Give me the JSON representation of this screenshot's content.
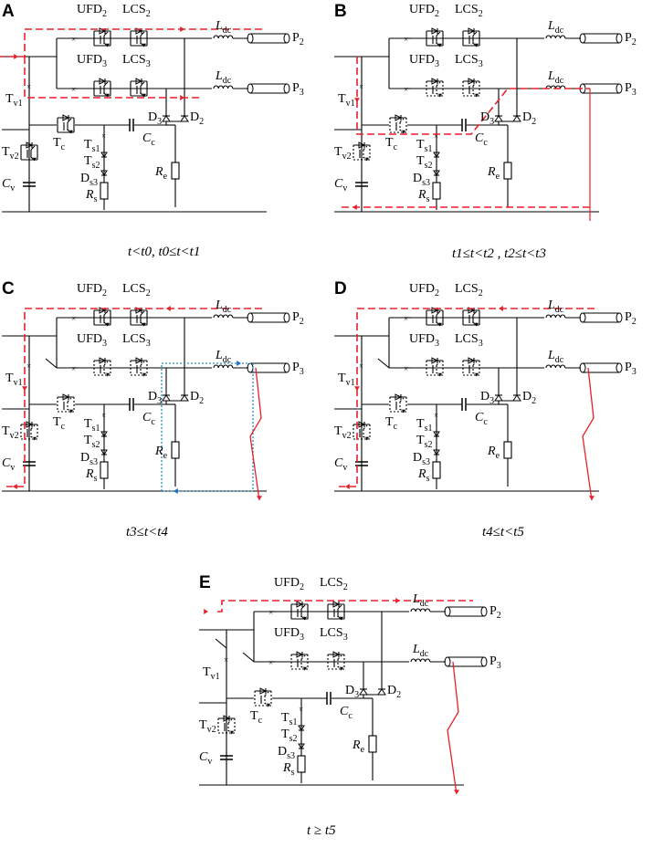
{
  "panels": [
    {
      "letter": "A",
      "caption": "t<t0, t0≤t<t1"
    },
    {
      "letter": "B",
      "caption": "t1≤t<t2 , t2≤t<t3"
    },
    {
      "letter": "C",
      "caption": "t3≤t<t4"
    },
    {
      "letter": "D",
      "caption": "t4≤t<t5"
    },
    {
      "letter": "E",
      "caption": "t ≥ t5"
    }
  ],
  "labels": {
    "ufd2": "UFD2",
    "lcs2": "LCS2",
    "ufd3": "UFD3",
    "lcs3": "LCS3",
    "ldc": "Ldc",
    "p2": "P2",
    "p3": "P3",
    "tv1": "Tv1",
    "tc": "Tc",
    "ts1": "Ts1",
    "ts2": "Ts2",
    "ds3": "Ds3",
    "rs": "Rs",
    "cc": "Cc",
    "d3": "D3",
    "d2": "D2",
    "re": "Re",
    "tv2": "Tv2",
    "cv": "Cv"
  },
  "colors": {
    "wire": "#000000",
    "current": "#e8202a",
    "loop": "#2a8fc0",
    "arrow_blue": "#1a6fc0"
  }
}
